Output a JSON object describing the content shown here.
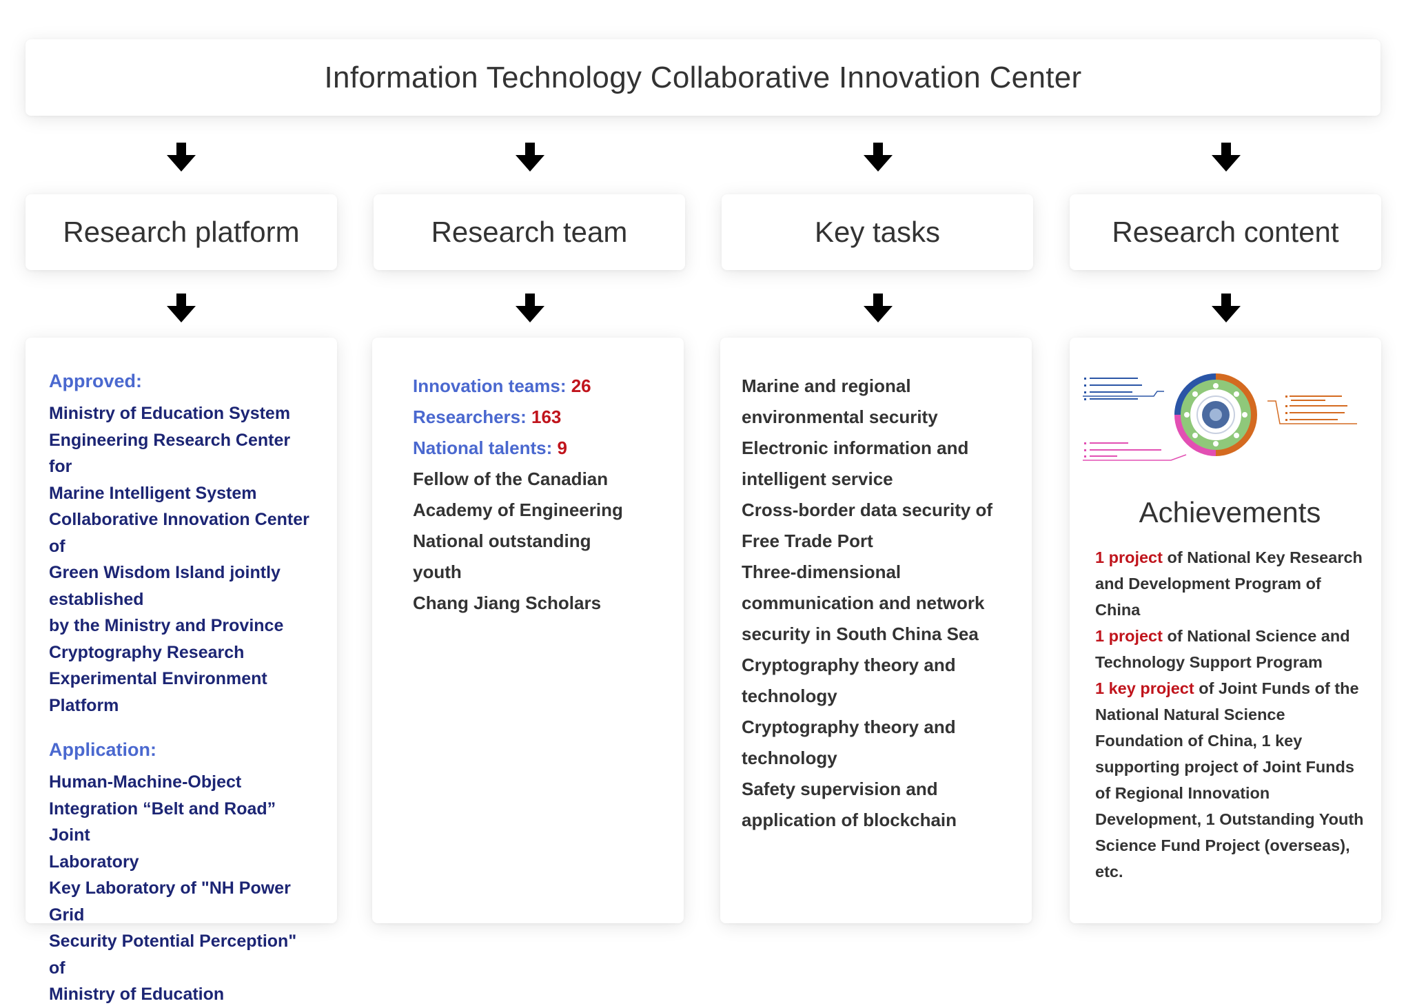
{
  "center_title": "Information Technology Collaborative Innovation Center",
  "columns": [
    {
      "label": "Research platform"
    },
    {
      "label": "Research team"
    },
    {
      "label": "Key tasks"
    },
    {
      "label": "Research content"
    }
  ],
  "platform": {
    "approved_heading": "Approved:",
    "approved": [
      "Ministry of Education System",
      "Engineering Research Center for",
      "Marine Intelligent System",
      "Collaborative Innovation Center of",
      "Green Wisdom Island jointly",
      "established",
      "by the Ministry and Province",
      "Cryptography Research",
      "Experimental Environment",
      "Platform"
    ],
    "application_heading": "Application:",
    "application": [
      "Human-Machine-Object",
      "Integration “Belt and Road” Joint",
      "Laboratory",
      "Key Laboratory of \"NH Power Grid",
      "Security Potential Perception\" of",
      "Ministry of Education"
    ]
  },
  "team": {
    "stats": [
      {
        "label": "Innovation teams:",
        "value": "26"
      },
      {
        "label": "Researchers:",
        "value": "163"
      },
      {
        "label": "National talents:",
        "value": "9"
      }
    ],
    "lines": [
      "Fellow of the Canadian",
      "Academy of Engineering",
      "National outstanding",
      "youth",
      "Chang Jiang Scholars"
    ]
  },
  "tasks": {
    "lines": [
      "Marine and regional",
      "environmental security",
      "Electronic information and",
      "intelligent service",
      "Cross-border data security of",
      "Free Trade Port",
      "Three-dimensional",
      "communication and network",
      "security in South China Sea",
      "Cryptography theory and",
      "technology",
      "Cryptography theory and",
      "technology",
      "Safety supervision and",
      "application of blockchain"
    ]
  },
  "content": {
    "achievements_title": "Achievements",
    "a1_red": "1 project",
    "a1_rest": " of National Key Research and Development Program of China",
    "a2_red": "1 project",
    "a2_rest": " of National Science and Technology Support Program",
    "a3_red": "1 key project",
    "a3_rest": " of Joint Funds of the National Natural Science Foundation of China, 1 key supporting project of Joint Funds of Regional Innovation Development, 1 Outstanding Youth Science Fund Project (overseas), etc.",
    "ring_colors": {
      "blue": "#2a55a6",
      "orange": "#d46a20",
      "pink": "#e24fb3",
      "green": "#8fc87a",
      "center": "#4a6aa0"
    }
  }
}
